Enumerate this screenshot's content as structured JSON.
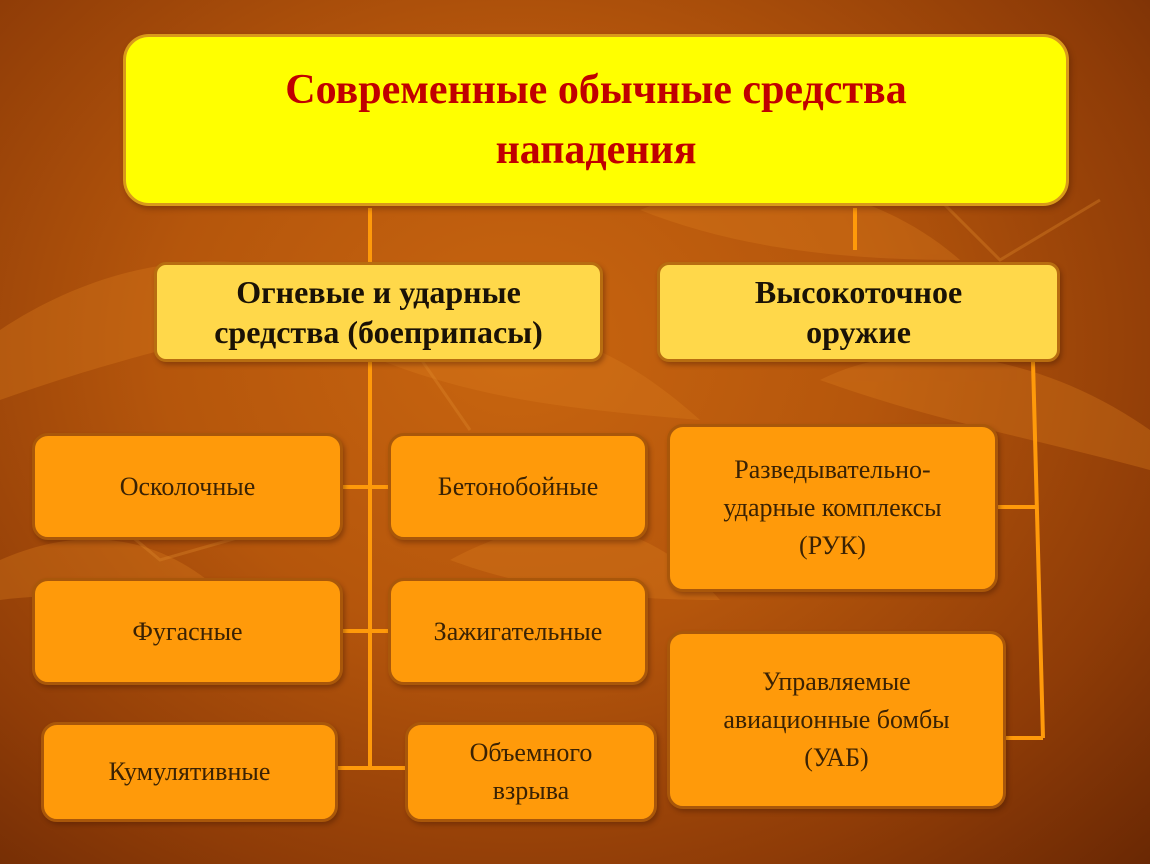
{
  "slide": {
    "title": "Современные  обычные средства\nнападения"
  },
  "categories": [
    {
      "label": "Огневые и ударные\nсредства (боеприпасы)"
    },
    {
      "label": "Высокоточное\nоружие"
    }
  ],
  "munitions": [
    {
      "label": "Осколочные"
    },
    {
      "label": "Бетонобойные"
    },
    {
      "label": "Фугасные"
    },
    {
      "label": "Зажигательные"
    },
    {
      "label": "Кумулятивные"
    },
    {
      "label": "Объемного\nвзрыва"
    }
  ],
  "precision": [
    {
      "label": "Разведывательно-\nударные комплексы\n(РУК)"
    },
    {
      "label": "Управляемые\nавиационные  бомбы\n(УАБ)"
    }
  ],
  "colors": {
    "background": "#b5560c",
    "title_fill": "#ffff00",
    "title_text": "#c00000",
    "category_fill": "#ffd84a",
    "leaf_fill": "#ff9a0a",
    "connector": "#ff9a0a"
  }
}
